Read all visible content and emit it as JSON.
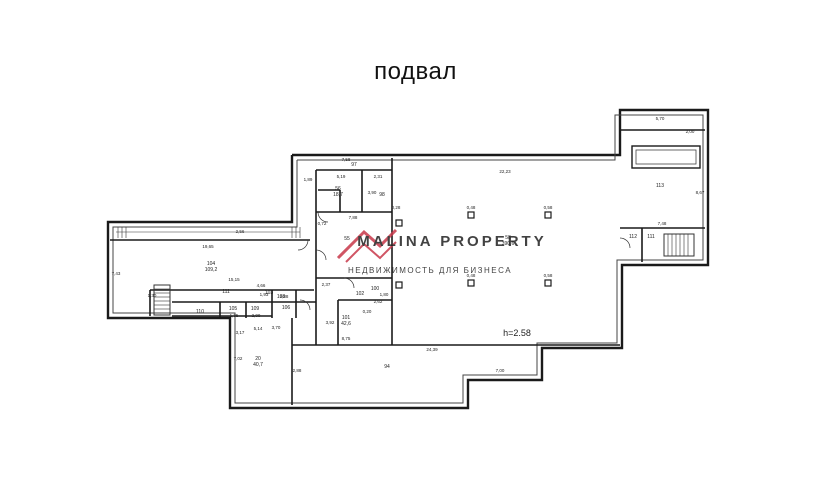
{
  "floor_title": "подвал",
  "watermark": {
    "brand": "MALINA PROPERTY",
    "tagline": "НЕДВИЖИМОСТЬ ДЛЯ БИЗНЕСА",
    "brand_color": "#c8384a",
    "text_color": "#a8a8a8"
  },
  "colors": {
    "wall": "#1a1a1a",
    "inner": "#444444",
    "text": "#222222",
    "ceiling_label": "#111111"
  },
  "ceiling_height": "h=2.58",
  "rooms": [
    {
      "number": "58",
      "area": "390,6"
    },
    {
      "number": "104",
      "area": "109,2"
    },
    {
      "number": "113",
      "area": ""
    },
    {
      "number": "94",
      "area": ""
    },
    {
      "number": "20",
      "area": "40,7"
    },
    {
      "number": "101",
      "area": "42,6"
    },
    {
      "number": "56",
      "area": "18,7"
    },
    {
      "number": "111",
      "area": ""
    },
    {
      "number": "110",
      "area": ""
    },
    {
      "number": "106",
      "area": ""
    },
    {
      "number": "103",
      "area": ""
    },
    {
      "number": "102",
      "area": ""
    },
    {
      "number": "100",
      "area": ""
    },
    {
      "number": "105",
      "area": ""
    },
    {
      "number": "109",
      "area": ""
    },
    {
      "number": "108",
      "area": ""
    },
    {
      "number": "111",
      "area": ""
    },
    {
      "number": "112",
      "area": ""
    },
    {
      "number": "97",
      "area": ""
    },
    {
      "number": "98",
      "area": ""
    },
    {
      "number": "55",
      "area": ""
    }
  ],
  "dimensions": [
    "7,58",
    "22,23",
    "5,19",
    "2,31",
    "1,89",
    "3,90",
    "7,88",
    "0,72",
    "0,28",
    "19,65",
    "15,15",
    "7,43",
    "1,30",
    "1,93",
    "4,66",
    "2,88",
    "1,75",
    "2,00",
    "5,14",
    "7,02",
    "2,88",
    "2,37",
    "2,62",
    "3,92",
    "8,75",
    "24,39",
    "7,00",
    "3,70",
    "0,20",
    "0,48",
    "0,58",
    "0,48",
    "0,58",
    "2,00",
    "5,70",
    "7,48",
    "8,67",
    "1,80",
    "3,17",
    "2,56"
  ]
}
